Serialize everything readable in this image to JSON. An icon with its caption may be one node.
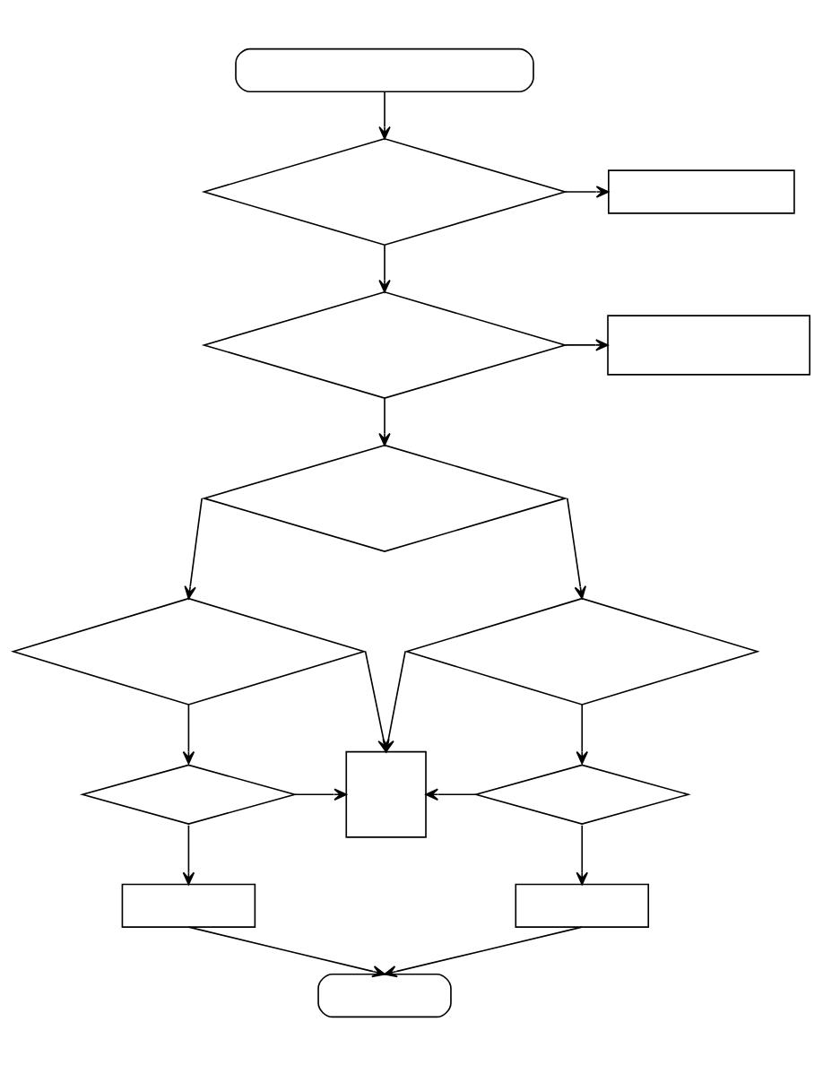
{
  "diagram": {
    "nodes": [
      {
        "text": [],
        "shape": "box"
      },
      {
        "text": [],
        "shape": "diamond"
      },
      {
        "text": [],
        "shape": "box"
      },
      {
        "text": [],
        "shape": "diamond"
      },
      {
        "text": [],
        "shape": "box"
      },
      {
        "text": [],
        "shape": "diamond"
      },
      {
        "text": [],
        "shape": "diamond"
      },
      {
        "text": [],
        "shape": "diamond"
      },
      {
        "text": [],
        "shape": "box"
      },
      {
        "text": [],
        "shape": "diamond"
      },
      {
        "text": [],
        "shape": "diamond"
      },
      {
        "text": [],
        "shape": "box"
      },
      {
        "text": [],
        "shape": "box"
      },
      {
        "text": [],
        "shape": "box"
      }
    ],
    "edges": [
      {
        "from": 0,
        "to": 1,
        "arrow": "to"
      },
      {
        "from": 1,
        "to": 2,
        "arrow": "to"
      },
      {
        "from": 1,
        "to": 3,
        "arrow": "to"
      },
      {
        "from": 3,
        "to": 4,
        "arrow": "to"
      },
      {
        "from": 3,
        "to": 5,
        "arrow": "to"
      },
      {
        "from": 5,
        "to": 6,
        "arrow": "to"
      },
      {
        "from": 5,
        "to": 7,
        "arrow": "to"
      },
      {
        "from": 6,
        "to": 8,
        "arrow": "to"
      },
      {
        "from": 7,
        "to": 8,
        "arrow": "to"
      },
      {
        "from": 6,
        "to": 9,
        "arrow": "to"
      },
      {
        "from": 7,
        "to": 10,
        "arrow": "to"
      },
      {
        "from": 9,
        "to": 8,
        "arrow": "to"
      },
      {
        "from": 10,
        "to": 8,
        "arrow": "to"
      },
      {
        "from": 9,
        "to": 11,
        "arrow": "to"
      },
      {
        "from": 10,
        "to": 12,
        "arrow": "to"
      },
      {
        "from": 11,
        "to": 13,
        "arrow": "to"
      },
      {
        "from": 12,
        "to": 13,
        "arrow": "to"
      }
    ]
  }
}
